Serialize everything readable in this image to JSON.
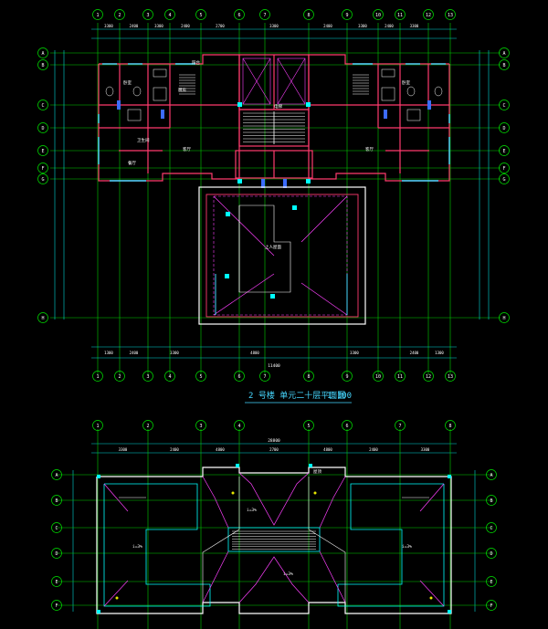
{
  "colors": {
    "background": "#000000",
    "wall": "#ff3b6e",
    "axis": "#00e000",
    "dim": "#00d7d7",
    "window": "#46d7ff",
    "hatch": "#ff40ff",
    "text": "#ffffff",
    "stair": "#ffffff",
    "yellow": "#e6e600",
    "blue": "#3c6cff"
  },
  "plan_upper": {
    "title": "2 号楼  单元二十层平面图",
    "scale": "1:100",
    "top_dims": [
      "3300",
      "2400",
      "3300",
      "2400",
      "2700",
      "3300",
      "2400",
      "3300",
      "2400",
      "3300"
    ],
    "bottom_total": "11400",
    "bottom_dims": [
      "1300",
      "2400",
      "3300",
      "4800",
      "3300",
      "2400",
      "1300"
    ],
    "axis_labels": [
      "A",
      "B",
      "C",
      "D",
      "E",
      "F",
      "G",
      "H"
    ],
    "room_labels": [
      "卧室",
      "客厅",
      "厨房",
      "卫生间",
      "餐厅",
      "阳台",
      "电梯",
      "上人屋面",
      "卧室",
      "客厅"
    ]
  },
  "plan_lower": {
    "top_total": "28800",
    "top_dims": [
      "3300",
      "2400",
      "4800",
      "2700",
      "4800",
      "2400",
      "3300"
    ],
    "axis_labels": [
      "A",
      "B",
      "C",
      "D",
      "E",
      "F"
    ],
    "level_label": "屋顶",
    "slope_labels": [
      "i=3%",
      "i=3%",
      "i=3%",
      "i=3%"
    ]
  }
}
